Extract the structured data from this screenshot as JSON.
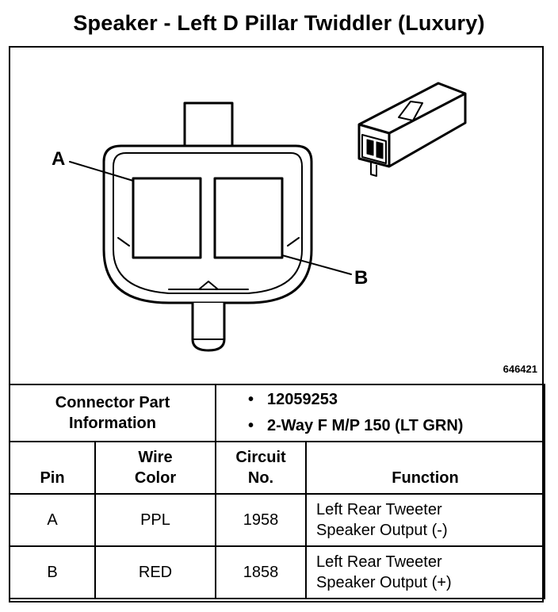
{
  "title": "Speaker - Left D Pillar Twiddler (Luxury)",
  "diagram": {
    "label_a": "A",
    "label_b": "B",
    "figure_id": "646421"
  },
  "connector": {
    "header_line1": "Connector Part",
    "header_line2": "Information",
    "part_number": "12059253",
    "description": "2-Way F M/P 150 (LT GRN)"
  },
  "columns": {
    "pin": "Pin",
    "wire_color_1": "Wire",
    "wire_color_2": "Color",
    "circuit_1": "Circuit",
    "circuit_2": "No.",
    "function": "Function"
  },
  "rows": [
    {
      "pin": "A",
      "wire_color": "PPL",
      "circuit": "1958",
      "function_1": "Left Rear Tweeter",
      "function_2": "Speaker Output (-)"
    },
    {
      "pin": "B",
      "wire_color": "RED",
      "circuit": "1858",
      "function_1": "Left Rear Tweeter",
      "function_2": "Speaker Output (+)"
    }
  ]
}
